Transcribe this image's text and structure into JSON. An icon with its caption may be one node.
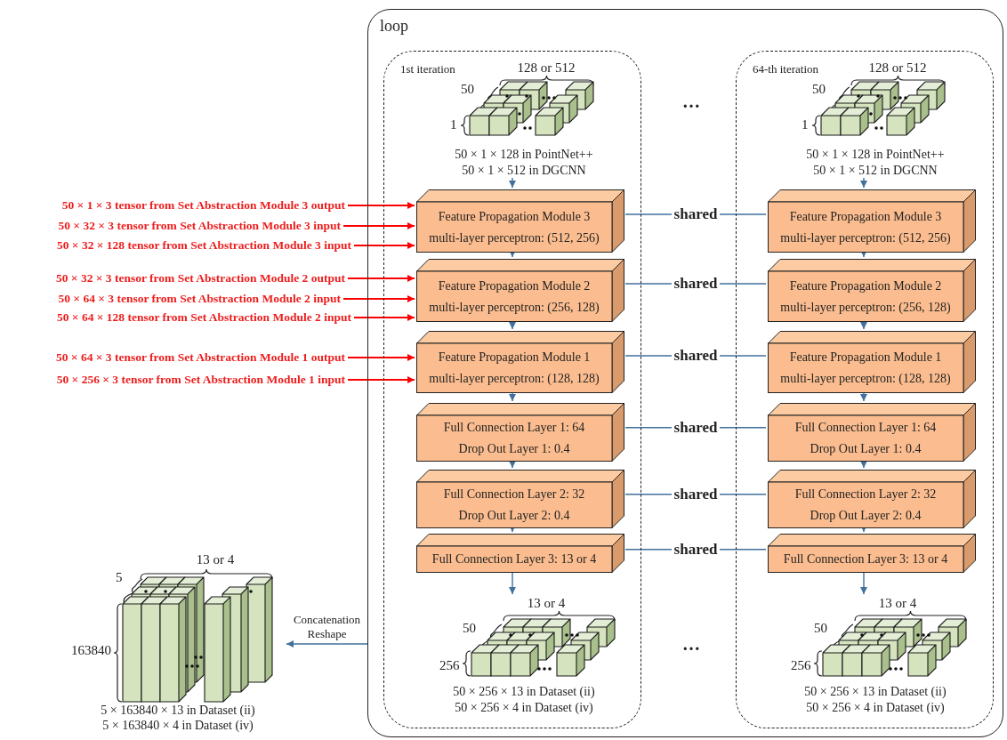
{
  "diagram": {
    "nodes": [
      {
        "text": [
          "loop"
        ]
      },
      {
        "text": [
          "1st iteration"
        ],
        "in": 0
      },
      {
        "text": [
          "64-th iteration"
        ],
        "in": 0
      },
      {
        "text": [
          "128 or 512",
          "50",
          "1"
        ],
        "beside": [
          "50 × 1 × 128 in PointNet++",
          "50 × 1 × 512 in DGCNN"
        ],
        "in": 1
      },
      {
        "text": [
          "Feature Propagation Module 3",
          "multi-layer perceptron: (512, 256)"
        ],
        "in": 1
      },
      {
        "text": [
          "Feature Propagation Module 2",
          "multi-layer perceptron: (256, 128)"
        ],
        "in": 1
      },
      {
        "text": [
          "Feature Propagation Module 1",
          "multi-layer perceptron: (128, 128)"
        ],
        "in": 1
      },
      {
        "text": [
          "Full Connection Layer 1: 64",
          "Drop Out Layer 1: 0.4"
        ],
        "in": 1
      },
      {
        "text": [
          "Full Connection Layer 2: 32",
          "Drop Out Layer 2: 0.4"
        ],
        "in": 1
      },
      {
        "text": [
          "Full Connection Layer 3: 13 or 4"
        ],
        "in": 1
      },
      {
        "text": [
          "13 or 4",
          "50",
          "256"
        ],
        "beside": [
          "50 × 256 × 13 in Dataset (ii)",
          "50 × 256 × 4 in Dataset (iv)"
        ],
        "in": 1
      },
      {
        "text": [
          "128 or 512",
          "50",
          "1"
        ],
        "beside": [
          "50 × 1 × 128 in PointNet++",
          "50 × 1 × 512 in DGCNN"
        ],
        "in": 2
      },
      {
        "text": [
          "Feature Propagation Module 3",
          "multi-layer perceptron: (512, 256)"
        ],
        "in": 2
      },
      {
        "text": [
          "Feature Propagation Module 2",
          "multi-layer perceptron: (256, 128)"
        ],
        "in": 2
      },
      {
        "text": [
          "Feature Propagation Module 1",
          "multi-layer perceptron: (128, 128)"
        ],
        "in": 2
      },
      {
        "text": [
          "Full Connection Layer 1: 64",
          "Drop Out Layer 1: 0.4"
        ],
        "in": 2
      },
      {
        "text": [
          "Full Connection Layer 2: 32",
          "Drop Out Layer 2: 0.4"
        ],
        "in": 2
      },
      {
        "text": [
          "Full Connection Layer 3: 13 or 4"
        ],
        "in": 2
      },
      {
        "text": [
          "13 or 4",
          "50",
          "256"
        ],
        "beside": [
          "50 × 256 × 13 in Dataset (ii)",
          "50 × 256 × 4 in Dataset (iv)"
        ],
        "in": 2
      },
      {
        "text": [
          "50 × 1 × 3 tensor from Set Abstraction Module 3 output"
        ]
      },
      {
        "text": [
          "50 × 32 × 3 tensor from Set Abstraction Module 3 input"
        ]
      },
      {
        "text": [
          "50 × 32 × 128 tensor from Set Abstraction Module 3 input"
        ]
      },
      {
        "text": [
          "50 × 32 × 3 tensor from Set Abstraction Module 2 output"
        ]
      },
      {
        "text": [
          "50 × 64 × 3 tensor from Set Abstraction Module 2 input"
        ]
      },
      {
        "text": [
          "50 × 64 × 128 tensor from Set Abstraction Module 2 input"
        ]
      },
      {
        "text": [
          "50 × 64 × 3 tensor from Set Abstraction Module 1 output"
        ]
      },
      {
        "text": [
          "50 × 256 × 3 tensor from Set Abstraction Module 1 input"
        ]
      },
      {
        "text": [
          "13 or 4",
          "5",
          "163840"
        ],
        "beside": [
          "5 × 163840 × 13 in Dataset (ii)",
          "5 × 163840 × 4 in Dataset (iv)"
        ]
      }
    ],
    "edges": [
      {
        "from": 3,
        "to": 4,
        "arrow": "to"
      },
      {
        "from": 4,
        "to": 5,
        "arrow": "to"
      },
      {
        "from": 5,
        "to": 6,
        "arrow": "to"
      },
      {
        "from": 6,
        "to": 7,
        "arrow": "to"
      },
      {
        "from": 7,
        "to": 8,
        "arrow": "to"
      },
      {
        "from": 8,
        "to": 9,
        "arrow": "to"
      },
      {
        "from": 9,
        "to": 10,
        "arrow": "to"
      },
      {
        "from": 11,
        "to": 12,
        "arrow": "to"
      },
      {
        "from": 12,
        "to": 13,
        "arrow": "to"
      },
      {
        "from": 13,
        "to": 14,
        "arrow": "to"
      },
      {
        "from": 14,
        "to": 15,
        "arrow": "to"
      },
      {
        "from": 15,
        "to": 16,
        "arrow": "to"
      },
      {
        "from": 16,
        "to": 17,
        "arrow": "to"
      },
      {
        "from": 17,
        "to": 18,
        "arrow": "to"
      },
      {
        "from": 4,
        "to": 12,
        "arrow": "none",
        "label": "shared"
      },
      {
        "from": 5,
        "to": 13,
        "arrow": "none",
        "label": "shared"
      },
      {
        "from": 6,
        "to": 14,
        "arrow": "none",
        "label": "shared"
      },
      {
        "from": 7,
        "to": 15,
        "arrow": "none",
        "label": "shared"
      },
      {
        "from": 8,
        "to": 16,
        "arrow": "none",
        "label": "shared"
      },
      {
        "from": 9,
        "to": 17,
        "arrow": "none",
        "label": "shared"
      },
      {
        "from": 19,
        "to": 4,
        "arrow": "to",
        "color": "#ff0000"
      },
      {
        "from": 20,
        "to": 4,
        "arrow": "to",
        "color": "#ff0000"
      },
      {
        "from": 21,
        "to": 4,
        "arrow": "to",
        "color": "#ff0000"
      },
      {
        "from": 22,
        "to": 5,
        "arrow": "to",
        "color": "#ff0000"
      },
      {
        "from": 23,
        "to": 5,
        "arrow": "to",
        "color": "#ff0000"
      },
      {
        "from": 24,
        "to": 5,
        "arrow": "to",
        "color": "#ff0000"
      },
      {
        "from": 25,
        "to": 6,
        "arrow": "to",
        "color": "#ff0000"
      },
      {
        "from": 26,
        "to": 6,
        "arrow": "to",
        "color": "#ff0000"
      },
      {
        "from": 0,
        "to": 27,
        "arrow": "to",
        "label": "Concatenation Reshape"
      }
    ],
    "labels": [
      "…",
      "…"
    ]
  }
}
